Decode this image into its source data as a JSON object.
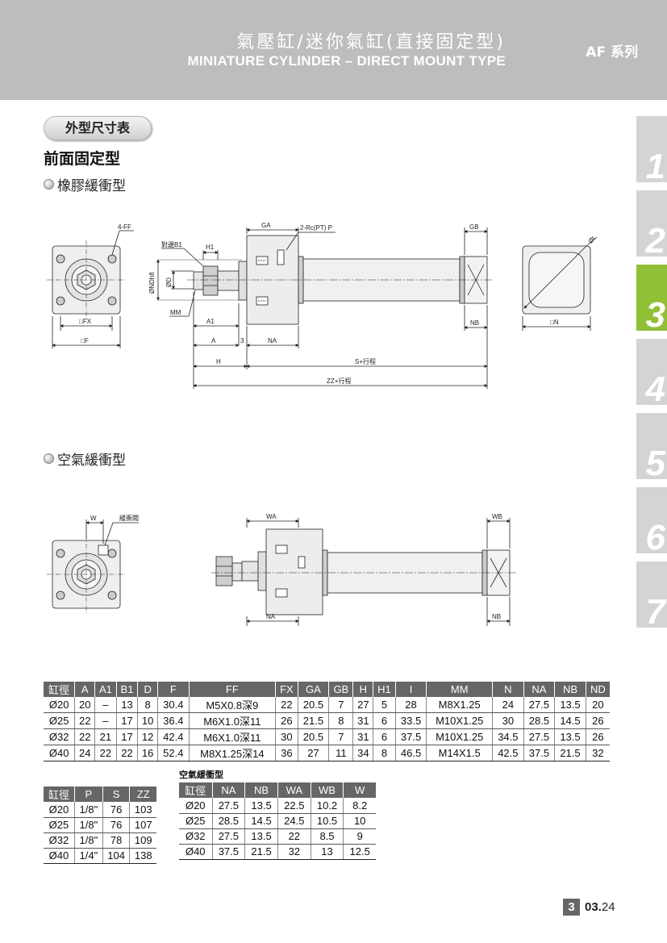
{
  "header": {
    "title_zh": "氣壓缸/迷你氣缸(直接固定型)",
    "title_en": "MINIATURE CYLINDER – DIRECT MOUNT TYPE",
    "series": "AF 系列"
  },
  "tabs": [
    "1",
    "2",
    "3",
    "4",
    "5",
    "6",
    "7"
  ],
  "active_tab": "3",
  "section_pill": "外型尺寸表",
  "section_title": "前面固定型",
  "subsection_rubber": "橡膠緩衝型",
  "subsection_air": "空氣緩衝型",
  "drawing_labels": {
    "ff": "4-FF",
    "nut": "對邊B1",
    "h1": "H1",
    "ga": "GA",
    "port": "2-Rc(PT) P",
    "gb": "GB",
    "phi_i": "ØI",
    "phi_nd": "ØNDh8",
    "phi_d": "ØD",
    "mm": "MM",
    "a1": "A1",
    "nb": "NB",
    "fx": "□FX",
    "f": "□F",
    "n": "□N",
    "a": "A",
    "three": "3",
    "na": "NA",
    "stroke_s": "S+行程",
    "h": "H",
    "stroke_zz": "ZZ+行程",
    "w": "W",
    "cushion_valve": "緩衝閥",
    "wa": "WA",
    "wb": "WB",
    "na2": "NA",
    "nb2": "NB"
  },
  "main_table": {
    "headers": [
      "缸徑",
      "A",
      "A1",
      "B1",
      "D",
      "F",
      "FF",
      "FX",
      "GA",
      "GB",
      "H",
      "H1",
      "I",
      "MM",
      "N",
      "NA",
      "NB",
      "ND"
    ],
    "rows": [
      [
        "Ø20",
        "20",
        "–",
        "13",
        "8",
        "30.4",
        "M5X0.8深9",
        "22",
        "20.5",
        "7",
        "27",
        "5",
        "28",
        "M8X1.25",
        "24",
        "27.5",
        "13.5",
        "20"
      ],
      [
        "Ø25",
        "22",
        "–",
        "17",
        "10",
        "36.4",
        "M6X1.0深11",
        "26",
        "21.5",
        "8",
        "31",
        "6",
        "33.5",
        "M10X1.25",
        "30",
        "28.5",
        "14.5",
        "26"
      ],
      [
        "Ø32",
        "22",
        "21",
        "17",
        "12",
        "42.4",
        "M6X1.0深11",
        "30",
        "20.5",
        "7",
        "31",
        "6",
        "37.5",
        "M10X1.25",
        "34.5",
        "27.5",
        "13.5",
        "26"
      ],
      [
        "Ø40",
        "24",
        "22",
        "22",
        "16",
        "52.4",
        "M8X1.25深14",
        "36",
        "27",
        "11",
        "34",
        "8",
        "46.5",
        "M14X1.5",
        "42.5",
        "37.5",
        "21.5",
        "32"
      ]
    ]
  },
  "port_table": {
    "headers": [
      "缸徑",
      "P",
      "S",
      "ZZ"
    ],
    "rows": [
      [
        "Ø20",
        "1/8\"",
        "76",
        "103"
      ],
      [
        "Ø25",
        "1/8\"",
        "76",
        "107"
      ],
      [
        "Ø32",
        "1/8\"",
        "78",
        "109"
      ],
      [
        "Ø40",
        "1/4\"",
        "104",
        "138"
      ]
    ]
  },
  "air_table": {
    "caption": "空氣緩衝型",
    "headers": [
      "缸徑",
      "NA",
      "NB",
      "WA",
      "WB",
      "W"
    ],
    "rows": [
      [
        "Ø20",
        "27.5",
        "13.5",
        "22.5",
        "10.2",
        "8.2"
      ],
      [
        "Ø25",
        "28.5",
        "14.5",
        "24.5",
        "10.5",
        "10"
      ],
      [
        "Ø32",
        "27.5",
        "13.5",
        "22",
        "8.5",
        "9"
      ],
      [
        "Ø40",
        "37.5",
        "21.5",
        "32",
        "13",
        "12.5"
      ]
    ]
  },
  "page": {
    "chapter": "3",
    "number_bold": "03.",
    "number_rest": "24"
  }
}
